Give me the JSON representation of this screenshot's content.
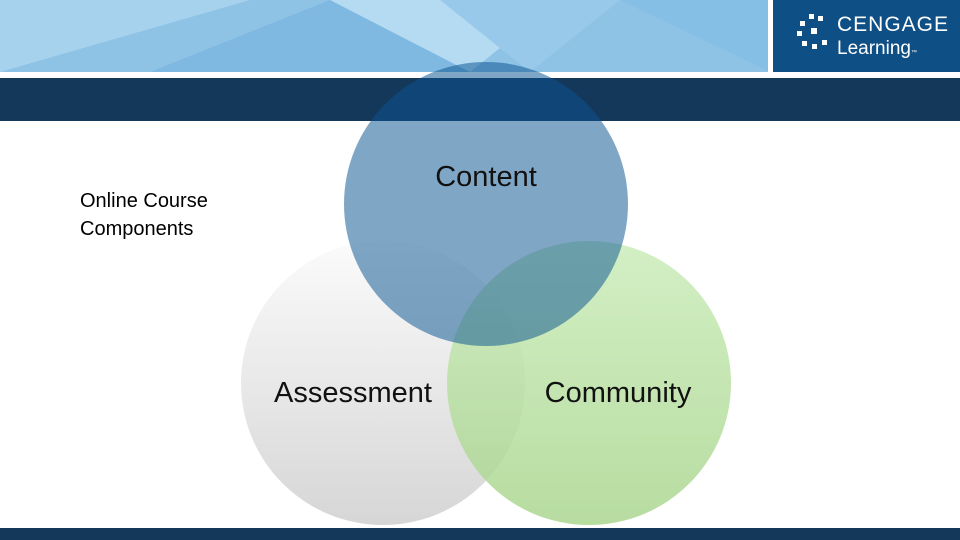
{
  "slide": {
    "label_line1": "Online Course",
    "label_line2": "Components"
  },
  "logo": {
    "line1": "CENGAGE",
    "line2": "Learning",
    "trademark": "™"
  },
  "venn": {
    "circles": [
      {
        "label": "Content",
        "color": "#0b5492"
      },
      {
        "label": "Assessment",
        "color": "#e4e4e4"
      },
      {
        "label": "Community",
        "color": "#a8d889"
      }
    ]
  },
  "colors": {
    "header": "#14385a",
    "band": "#8ec3e6",
    "logo_bg": "#0e4f86"
  }
}
